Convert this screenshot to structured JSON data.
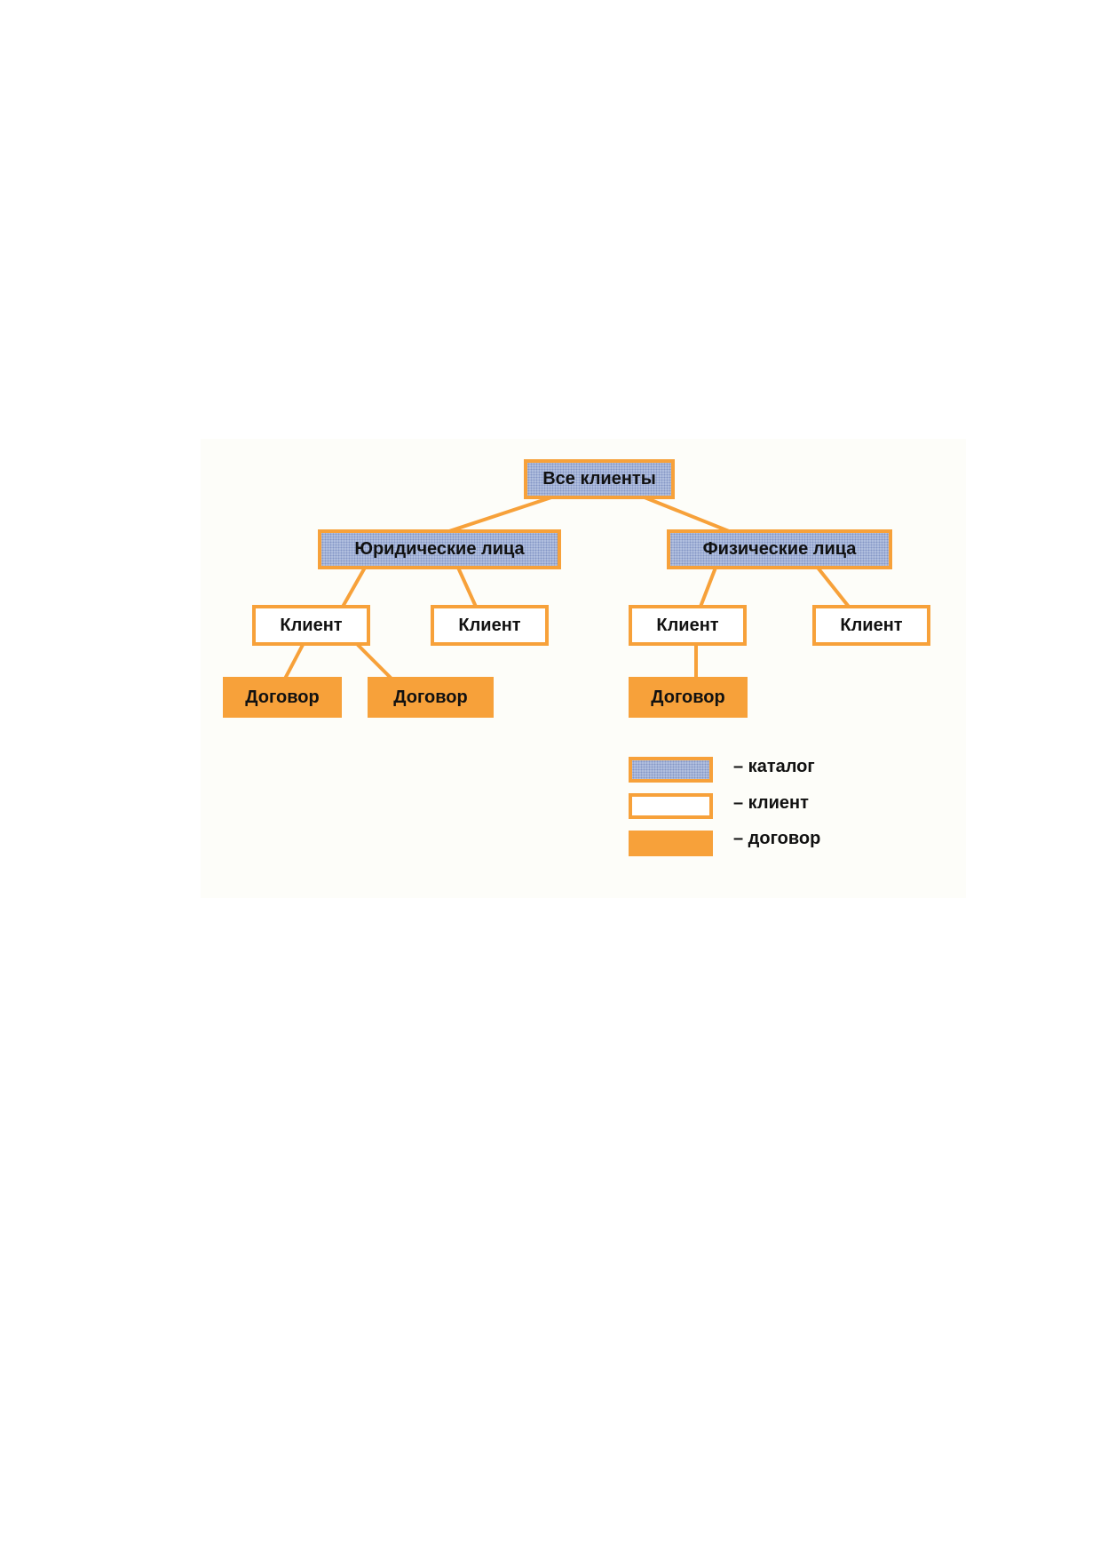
{
  "colors": {
    "accent_orange": "#f7a13a",
    "catalog_fill": "#b2c0e0",
    "client_fill": "#ffffff",
    "panel_background": "#fdfdf9"
  },
  "diagram": {
    "root": {
      "label": "Все клиенты"
    },
    "legal_entities": {
      "label": "Юридические лица"
    },
    "individuals": {
      "label": "Физические лица"
    },
    "client_label": "Клиент",
    "contract_label": "Договор"
  },
  "legend": {
    "catalog_label": "– каталог",
    "client_label": "– клиент",
    "contract_label": "– договор"
  }
}
